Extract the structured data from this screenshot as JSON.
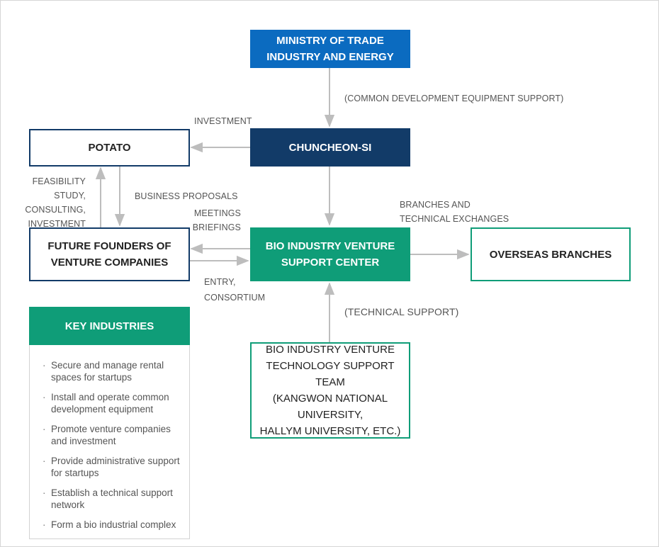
{
  "boxes": {
    "ministry": "MINISTRY OF TRADE\nINDUSTRY AND ENERGY",
    "chuncheon": "CHUNCHEON-SI",
    "potato": "POTATO",
    "future_founders": "FUTURE FOUNDERS OF\nVENTURE COMPANIES",
    "bio_center": "BIO INDUSTRY VENTURE\nSUPPORT CENTER",
    "overseas": "OVERSEAS BRANCHES",
    "tech_team": "BIO INDUSTRY VENTURE\nTECHNOLOGY SUPPORT TEAM\n(KANGWON NATIONAL\nUNIVERSITY,\nHALLYM UNIVERSITY, ETC.)"
  },
  "labels": {
    "equipment_support": "(COMMON DEVELOPMENT EQUIPMENT SUPPORT)",
    "investment": "INVESTMENT",
    "feasibility": "FEASIBILITY STUDY,\nCONSULTING,\nINVESTMENT",
    "business_proposals": "BUSINESS PROPOSALS",
    "meetings": "MEETINGS\nBRIEFINGS",
    "branches_exchanges": "BRANCHES AND\nTECHNICAL EXCHANGES",
    "entry_consortium": "ENTRY,\nCONSORTIUM",
    "technical_support": "(TECHNICAL SUPPORT)"
  },
  "key_industries": {
    "title": "KEY INDUSTRIES",
    "items": [
      "Secure and manage rental spaces for startups",
      "Install and operate common development equipment",
      "Promote venture companies and investment",
      "Provide administrative support for startups",
      "Establish a technical support network",
      "Form a bio industrial complex"
    ]
  },
  "colors": {
    "ministry_blue": "#0b6bc0",
    "chuncheon_navy": "#123b68",
    "bio_green": "#0f9d78",
    "arrow_gray": "#bdbdbd"
  }
}
